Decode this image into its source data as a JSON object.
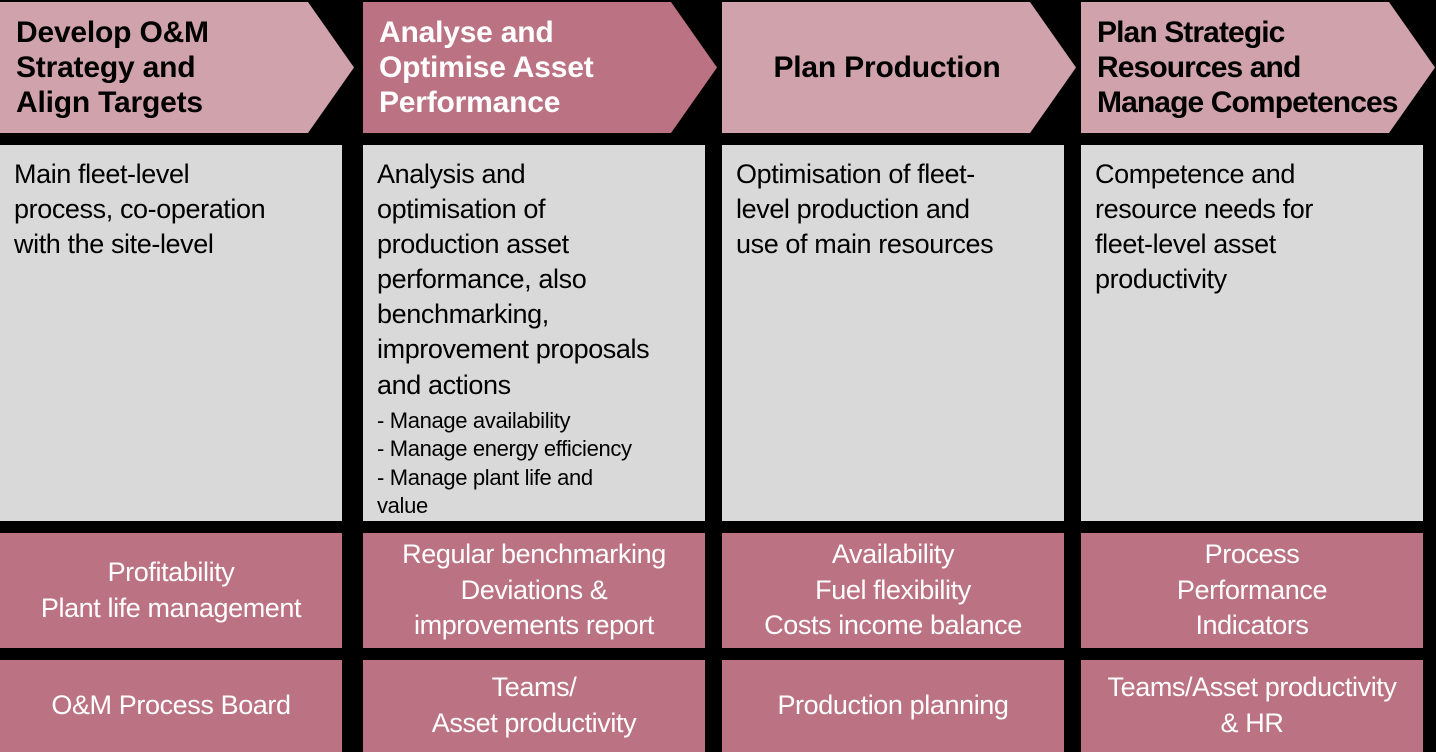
{
  "colors": {
    "background": "#000000",
    "chevron_light": "#cfa2ac",
    "chevron_dark": "#bb7282",
    "body_cell": "#d9d9d9",
    "band": "#bb7282",
    "text_dark": "#000000",
    "text_light": "#ffffff"
  },
  "columns": [
    {
      "header": "Develop O&M\nStrategy and\nAlign Targets",
      "header_style": "light",
      "header_align": "left",
      "description": "Main fleet-level\nprocess, co-operation\nwith the site-level",
      "sub_items": [],
      "kpi": "Profitability\nPlant life management",
      "owner": "O&M Process Board"
    },
    {
      "header": "Analyse and\nOptimise Asset\nPerformance",
      "header_style": "dark",
      "header_align": "left",
      "description": "Analysis and\noptimisation of\nproduction asset\nperformance, also\nbenchmarking,\nimprovement proposals\nand actions",
      "sub_items": [
        "- Manage availability",
        "- Manage energy efficiency",
        "- Manage plant life and\n  value"
      ],
      "kpi": "Regular benchmarking\nDeviations &\nimprovements report",
      "owner": "Teams/\nAsset productivity"
    },
    {
      "header": "Plan Production",
      "header_style": "light",
      "header_align": "center",
      "description": "Optimisation of fleet-\nlevel production and\nuse of main resources",
      "sub_items": [],
      "kpi": "Availability\nFuel flexibility\nCosts income balance",
      "owner": "Production planning"
    },
    {
      "header": "Plan Strategic\nResources and\nManage Competences",
      "header_style": "light",
      "header_align": "left",
      "description": "Competence and\nresource needs for\nfleet-level asset\nproductivity",
      "sub_items": [],
      "kpi": "Process\nPerformance\nIndicators",
      "owner": "Teams/Asset productivity\n& HR"
    }
  ]
}
